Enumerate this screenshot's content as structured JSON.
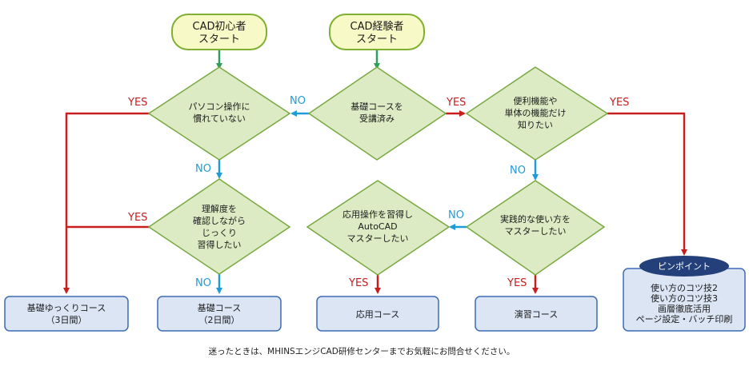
{
  "starts": {
    "beginner": [
      "CAD初心者",
      "スタート"
    ],
    "experienced": [
      "CAD経験者",
      "スタート"
    ]
  },
  "decisions": {
    "pc_used": [
      "パソコン操作に",
      "慣れていない"
    ],
    "basic_taken": [
      "基礎コースを",
      "受講済み"
    ],
    "convenient": [
      "便利機能や",
      "単体の機能だけ",
      "知りたい"
    ],
    "understand": [
      "理解度を",
      "確認しながら",
      "じっくり",
      "習得したい"
    ],
    "practical": [
      "実践的な使い方を",
      "マスターしたい"
    ]
  },
  "applied_box": [
    "応用操作を習得し",
    "AutoCAD",
    "マスターしたい"
  ],
  "labels": {
    "yes": "YES",
    "no": "NO"
  },
  "courses": {
    "slow": [
      "基礎ゆっくりコース",
      "（3日間）"
    ],
    "basic": [
      "基礎コース",
      "（2日間）"
    ],
    "applied": [
      "応用コース"
    ],
    "exercise": [
      "演習コース"
    ]
  },
  "pinpoint": {
    "badge": "ピンポイント",
    "lines": [
      "使い方のコツ技2",
      "使い方のコツ技3",
      "画層徹底活用",
      "ページ設定・バッチ印刷"
    ]
  },
  "footer": "迷ったときは、MHINSエンジCAD研修センターまでお気軽にお問合せください。",
  "colors": {
    "start_fill": "#f7f9c6",
    "start_stroke": "#7fb032",
    "decision_fill": "#dcebc4",
    "decision_stroke": "#78a840",
    "course_fill": "#dbe5f4",
    "course_stroke": "#3d6bb3",
    "yes_line": "#c81e1e",
    "no_line": "#1f9bd7",
    "start_arrow": "#2e9e5a",
    "badge_fill": "#24407a"
  }
}
